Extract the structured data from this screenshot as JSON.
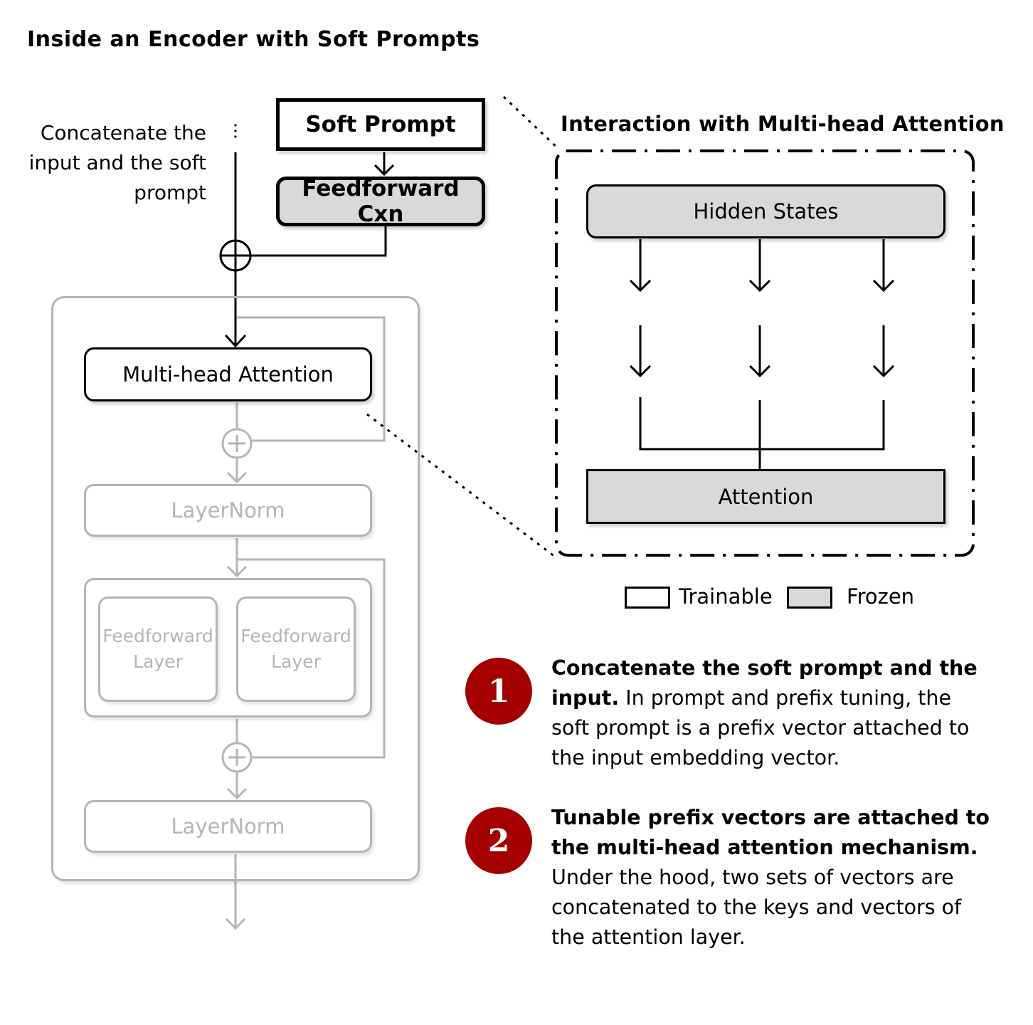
{
  "title": "Inside an Encoder with Soft Prompts",
  "left": {
    "concat_note": "Concatenate the input and the soft prompt",
    "soft_prompt": "Soft Prompt",
    "feedforward_cxn": "Feedforward Cxn",
    "encoder": {
      "multihead_attention": "Multi-head Attention",
      "layernorm_1": "LayerNorm",
      "ff_layer_1": "Feedforward Layer",
      "ff_layer_2": "Feedforward Layer",
      "layernorm_2": "LayerNorm"
    }
  },
  "interaction": {
    "title": "Interaction with Multi-head Attention",
    "hidden_states": "Hidden States",
    "attention": "Attention"
  },
  "legend": {
    "trainable": "Trainable",
    "frozen": "Frozen",
    "trainable_color": "#ffffff",
    "frozen_color": "#d9d9d9"
  },
  "notes": [
    {
      "number": "1",
      "heading": "Concatenate the soft prompt and the input.",
      "body": "In prompt and prefix tuning, the soft prompt is a prefix vector attached to the input embedding vector."
    },
    {
      "number": "2",
      "heading": "Tunable prefix vectors are attached to the multi-head attention mechanism.",
      "body": "Under the hood, two sets of vectors are concatenated to the keys and vectors of the attention layer."
    }
  ],
  "colors": {
    "accent": "#a50000",
    "faded": "#b4b4b4",
    "frozen_fill": "#d9d9d9"
  }
}
